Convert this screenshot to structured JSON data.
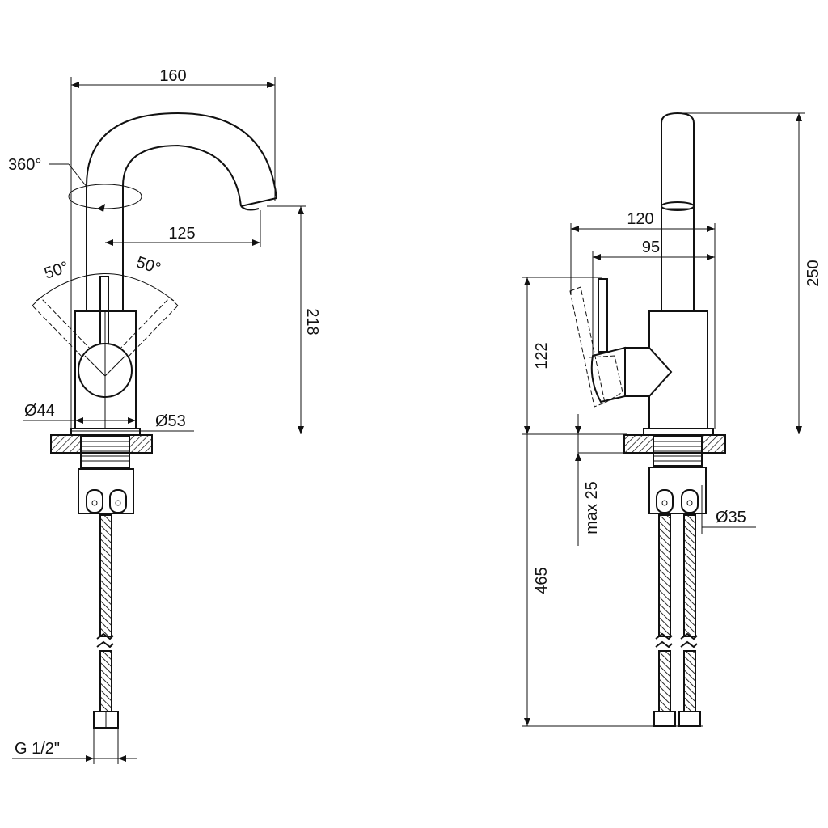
{
  "front_view": {
    "dim_width": "160",
    "dim_rotation": "360°",
    "dim_spout_reach": "125",
    "dim_lever_left": "50°",
    "dim_lever_right": "50°",
    "dim_spout_height": "218",
    "dim_body_dia": "Ø44",
    "dim_base_dia": "Ø53",
    "dim_connector": "G 1/2\""
  },
  "side_view": {
    "dim_depth": "120",
    "dim_inner_depth": "95",
    "dim_total_height": "250",
    "dim_lever_height": "122",
    "dim_max_thickness": "max 25",
    "dim_pipe_dia": "Ø35",
    "dim_hose_length": "465"
  }
}
